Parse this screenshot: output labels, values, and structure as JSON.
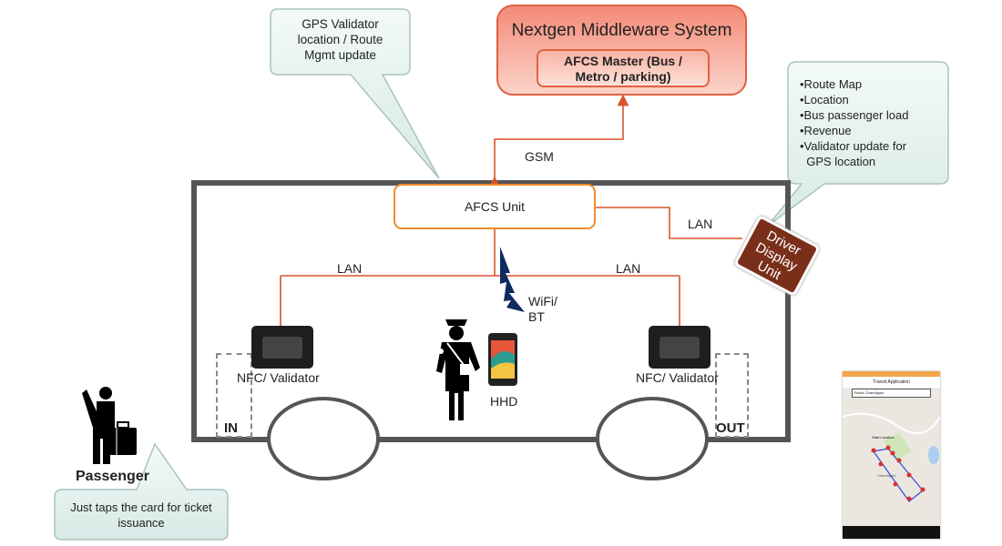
{
  "middleware": {
    "title": "Nextgen Middleware System",
    "master_line1": "AFCS Master (Bus /",
    "master_line2": "Metro / parking)"
  },
  "afcs_unit": "AFCS Unit",
  "links": {
    "gsm": "GSM",
    "lan_left": "LAN",
    "lan_right": "LAN",
    "lan_driver": "LAN",
    "wifi_line1": "WiFi/",
    "wifi_line2": "BT"
  },
  "gps_callout": [
    "GPS Validator",
    "location / Route",
    "Mgmt update"
  ],
  "driver_callout": [
    "•Route Map",
    "•Location",
    "•Bus passenger load",
    "•Revenue",
    "•Validator update for",
    "  GPS location"
  ],
  "driver_display": [
    "Driver",
    "Display",
    "Unit"
  ],
  "validator_left": "NFC/ Validator",
  "validator_right": "NFC/ Validator",
  "door_in": "IN",
  "door_out": "OUT",
  "hhd": "HHD",
  "passenger": "Passenger",
  "passenger_callout": [
    "Just taps the card for ticket",
    "issuance"
  ],
  "app_screenshot": {
    "title": "Transit Application",
    "route": "Route Chandigarh",
    "start": "Start Location",
    "city": "Chandigarh"
  },
  "colors": {
    "link": "#d9532c",
    "afcs_border": "#f08c2a",
    "driver_unit": "#7a2f1a",
    "bus_outline": "#555555"
  }
}
